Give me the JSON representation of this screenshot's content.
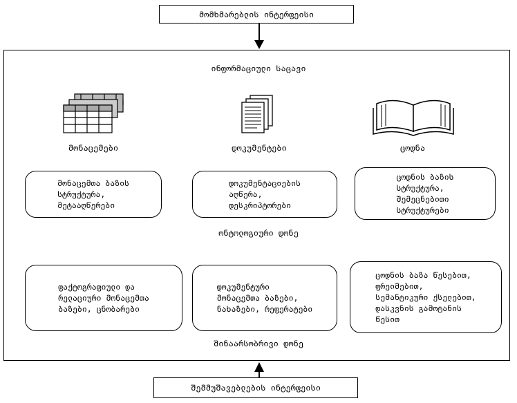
{
  "user_interface": "მომხმარებლის ინტერფეისი",
  "info_storage": "ინფორმაციული საცავი",
  "columns": [
    {
      "label": "მონაცემები",
      "icon": "database-table-icon"
    },
    {
      "label": "დოკუმენტები",
      "icon": "documents-stack-icon"
    },
    {
      "label": "ცოდნა",
      "icon": "open-book-icon"
    }
  ],
  "ontology_boxes": [
    "მონაცემთა ბაზის\nსტრუქტურა,\nმეტააღწერები",
    "დოკუმენტაციების\nაღწერა,\nდესკრიპტორები",
    "ცოდნის ბაზის\nსტრუქტურა,\nშემეცნებითი\nსტრუქტურები"
  ],
  "ontology_level": "ონტოლოგიური დონე",
  "content_boxes": [
    "ფაქტოგრაფიული და\nრელაციური მონაცემთა\nბაზები, ცნობარები",
    "დოკუმენტური\nმონაცემთა ბაზები,\nნახაზები, რეფერატები",
    "ცოდნის ბაზა წესებით,\nფრეიმებით,\nსემანტიკური ქსელებით,\nდასკვნის გამოტანის\nწესით"
  ],
  "content_level": "შინაარსობრივი დონე",
  "processing_interface": "შემმუშავებლების ინტერფეისი"
}
